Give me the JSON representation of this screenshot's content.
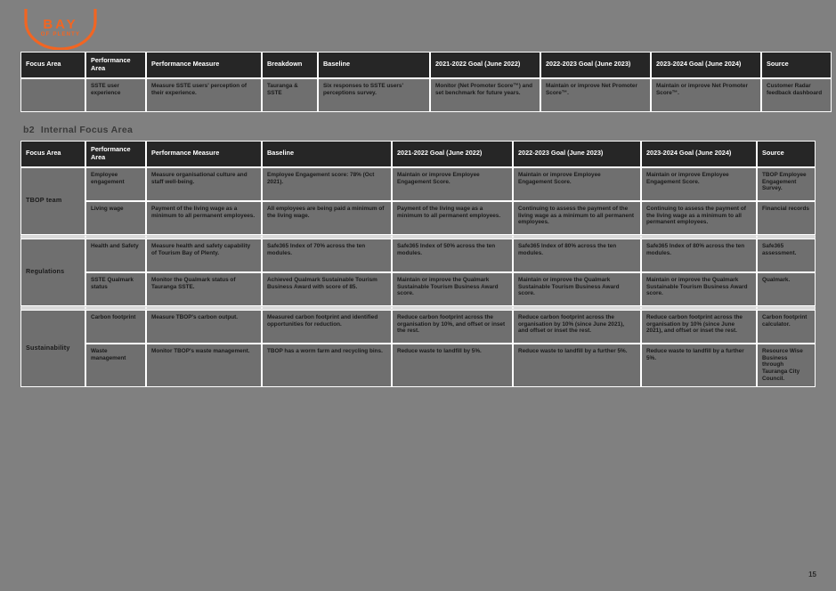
{
  "logo": {
    "main_text": "BAY",
    "sub_text": "OF PLENTY",
    "color": "#f26522"
  },
  "page": {
    "number": "15",
    "background_color": "#808080"
  },
  "external_section": {
    "heading_number": "",
    "heading_label": "",
    "table": {
      "columns": [
        "Focus Area",
        "Performance Area",
        "Performance Measure",
        "Breakdown",
        "Baseline",
        "2021-2022 Goal (June 2022)",
        "2022-2023 Goal (June 2023)",
        "2023-2024 Goal (June 2024)",
        "Source"
      ],
      "rows": [
        {
          "focus_area": "",
          "performance_area": "SSTE user experience",
          "performance_measure": "Measure SSTE users' perception of their experience.",
          "breakdown": "Tauranga & SSTE",
          "baseline": "Six responses to SSTE users' perceptions survey.",
          "goal_2022": "Monitor (Net Promoter Score™) and set benchmark for future years.",
          "goal_2023": "Maintain or improve Net Promoter Score™.",
          "goal_2024": "Maintain or improve Net Promoter Score™.",
          "source": "Customer Radar feedback dashboard"
        }
      ]
    }
  },
  "internal_section": {
    "heading_number": "b2",
    "heading_label": "Internal Focus Area",
    "table": {
      "columns": [
        "Focus Area",
        "Performance Area",
        "Performance Measure",
        "Baseline",
        "2021-2022 Goal (June 2022)",
        "2022-2023 Goal (June 2023)",
        "2023-2024 Goal (June 2024)",
        "Source"
      ],
      "groups": [
        {
          "focus_area": "TBOP team",
          "rows": [
            {
              "performance_area": "Employee engagement",
              "performance_measure": "Measure organisational culture and staff well-being.",
              "baseline": "Employee Engagement score: 78% (Oct 2021).",
              "goal_2022": "Maintain or improve Employee Engagement Score.",
              "goal_2023": "Maintain or improve Employee Engagement Score.",
              "goal_2024": "Maintain or improve Employee Engagement Score.",
              "source": "TBOP Employee Engagement Survey."
            },
            {
              "performance_area": "Living wage",
              "performance_measure": "Payment of the living wage as a minimum to all permanent employees.",
              "baseline": "All employees are being paid a minimum of the living wage.",
              "goal_2022": "Payment of the living wage as a minimum to all permanent employees.",
              "goal_2023": "Continuing to assess the payment of the living wage as a minimum to all permanent employees.",
              "goal_2024": "Continuing to assess the payment of the living wage as a minimum to all permanent employees.",
              "source": "Financial records"
            }
          ]
        },
        {
          "focus_area": "Regulations",
          "rows": [
            {
              "performance_area": "Health and Safety",
              "performance_measure": "Measure health and safety capability of Tourism Bay of Plenty.",
              "baseline": "Safe365 Index of 70% across the ten modules.",
              "goal_2022": "Safe365 Index of 50% across the ten modules.",
              "goal_2023": "Safe365 Index of 80% across the ten modules.",
              "goal_2024": "Safe365 Index of 80% across the ten modules.",
              "source": "Safe365 assessment."
            },
            {
              "performance_area": "SSTE Qualmark status",
              "performance_measure": "Monitor the Qualmark status of Tauranga SSTE.",
              "baseline": "Achieved Qualmark Sustainable Tourism Business Award with score of 85.",
              "goal_2022": "Maintain or improve the Qualmark Sustainable Tourism Business Award score.",
              "goal_2023": "Maintain or improve the Qualmark Sustainable Tourism Business Award score.",
              "goal_2024": "Maintain or improve the Qualmark Sustainable Tourism Business Award score.",
              "source": "Qualmark."
            }
          ]
        },
        {
          "focus_area": "Sustainability",
          "rows": [
            {
              "performance_area": "Carbon footprint",
              "performance_measure": "Measure TBOP's carbon output.",
              "baseline": "Measured carbon footprint and identified opportunities for reduction.",
              "goal_2022": "Reduce carbon footprint across the organisation by 10%, and offset or inset the rest.",
              "goal_2023": "Reduce carbon footprint across the organisation by 10% (since June 2021), and offset or inset the rest.",
              "goal_2024": "Reduce carbon footprint across the organisation by 10% (since June 2021), and offset or inset the rest.",
              "source": "Carbon footprint calculator."
            },
            {
              "performance_area": "Waste management",
              "performance_measure": "Monitor TBOP's waste management.",
              "baseline": "TBOP has a worm farm and recycling bins.",
              "goal_2022": "Reduce waste to landfill by 5%.",
              "goal_2023": "Reduce waste to landfill by a further 5%.",
              "goal_2024": "Reduce waste to landfill by a further 5%.",
              "source": "Resource Wise Business through Tauranga City Council."
            }
          ]
        }
      ]
    }
  }
}
